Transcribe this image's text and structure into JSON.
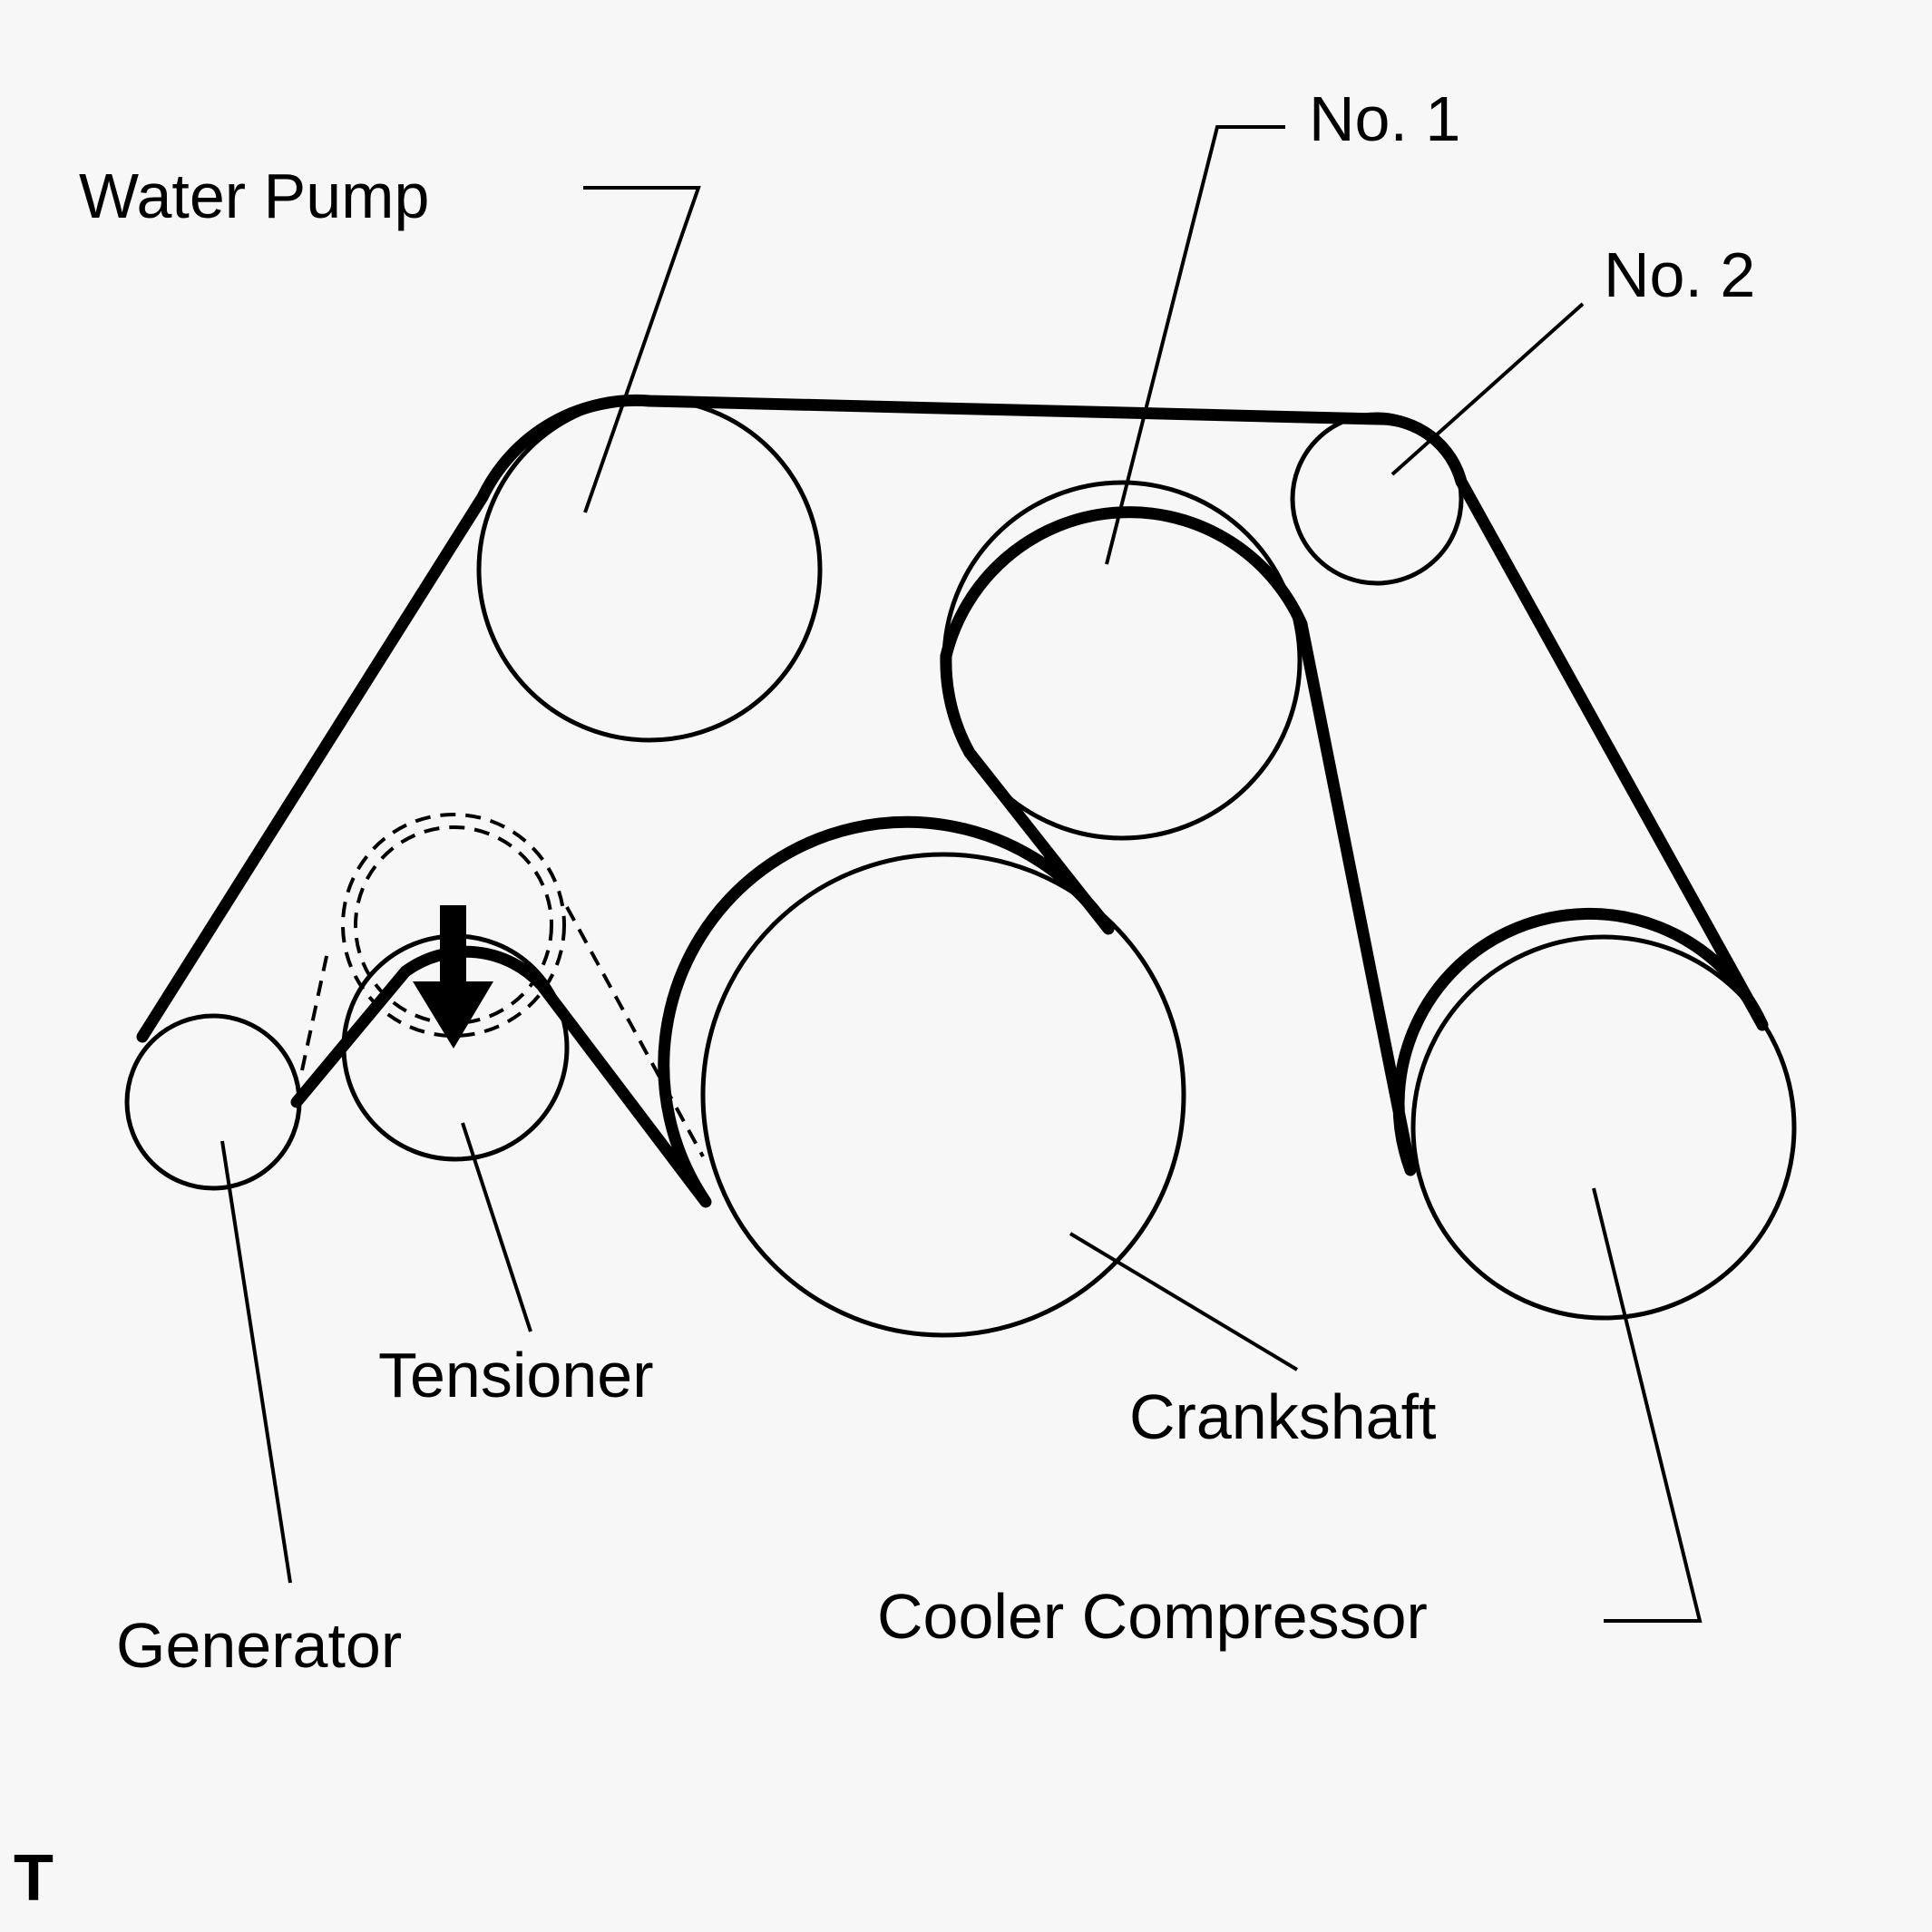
{
  "diagram": {
    "labels": {
      "water_pump": "Water Pump",
      "no1": "No. 1",
      "no2": "No. 2",
      "tensioner": "Tensioner",
      "crankshaft": "Crankshaft",
      "generator": "Generator",
      "cooler_compressor": "Cooler Compressor",
      "corner_mark": "T"
    },
    "tensioner_direction": "down"
  }
}
